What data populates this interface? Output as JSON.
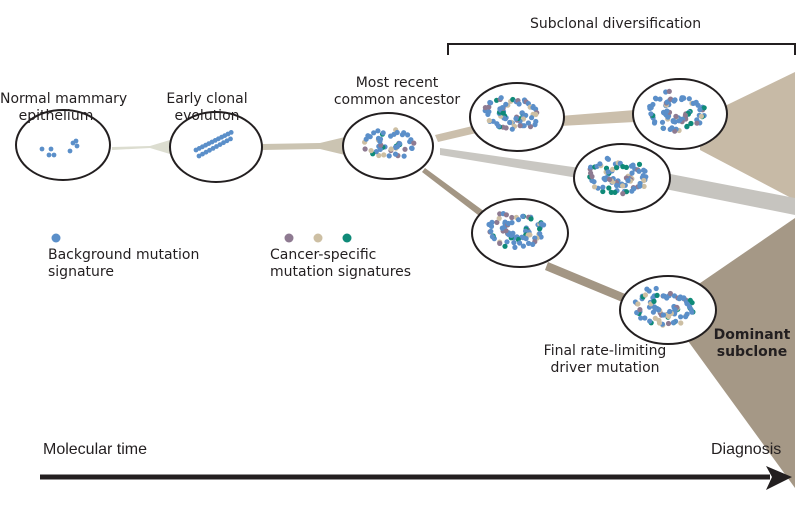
{
  "title": "Subclonal diversification",
  "stages": [
    {
      "id": "normal",
      "label_lines": [
        "Normal mammary",
        "epithelium"
      ]
    },
    {
      "id": "early",
      "label_lines": [
        "Early clonal",
        "evolution"
      ]
    },
    {
      "id": "mrca",
      "label_lines": [
        "Most recent",
        "common ancestor"
      ]
    }
  ],
  "final_driver": {
    "label_lines": [
      "Final rate-limiting",
      "driver mutation"
    ]
  },
  "dominant": {
    "label_lines": [
      "Dominant",
      "subclone"
    ]
  },
  "legend": {
    "background": {
      "label_lines": [
        "Background mutation",
        "signature"
      ],
      "color": "#5b8fc9"
    },
    "cancer": {
      "label_lines": [
        "Cancer-specific",
        "mutation signatures"
      ],
      "colors": [
        "#8e7a91",
        "#cdbfa3",
        "#0f8a78"
      ]
    }
  },
  "axis": {
    "start_label": "Molecular time",
    "end_label": "Diagnosis"
  },
  "colors": {
    "bg_dot": "#5b8fc9",
    "purple": "#8e7a91",
    "tan": "#cdbfa3",
    "teal": "#0f8a78",
    "branch_light": "#dcddd0",
    "branch_mid": "#cbc4b2",
    "branch_top": "#cbbfac",
    "branch_grey": "#c9c7c2",
    "branch_dark": "#a39684",
    "wedge_top": "#c7baa6",
    "wedge_mid": "#c6c4bf",
    "wedge_dominant": "#a59886"
  }
}
